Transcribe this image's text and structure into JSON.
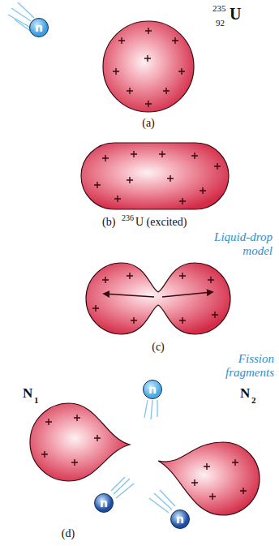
{
  "diagram": {
    "nodes": [
      {
        "text": [
          "n"
        ]
      },
      {
        "text": [
          "n"
        ]
      },
      {
        "text": [
          "n"
        ]
      },
      {
        "text": [
          "n"
        ]
      }
    ],
    "labels": [
      "235",
      "92",
      "U",
      "(a)",
      "(b)",
      "236",
      "U (excited)",
      "Liquid-drop model",
      "(c)",
      "Fission fragments",
      "N",
      "1",
      "N",
      "2",
      "(d)"
    ]
  }
}
